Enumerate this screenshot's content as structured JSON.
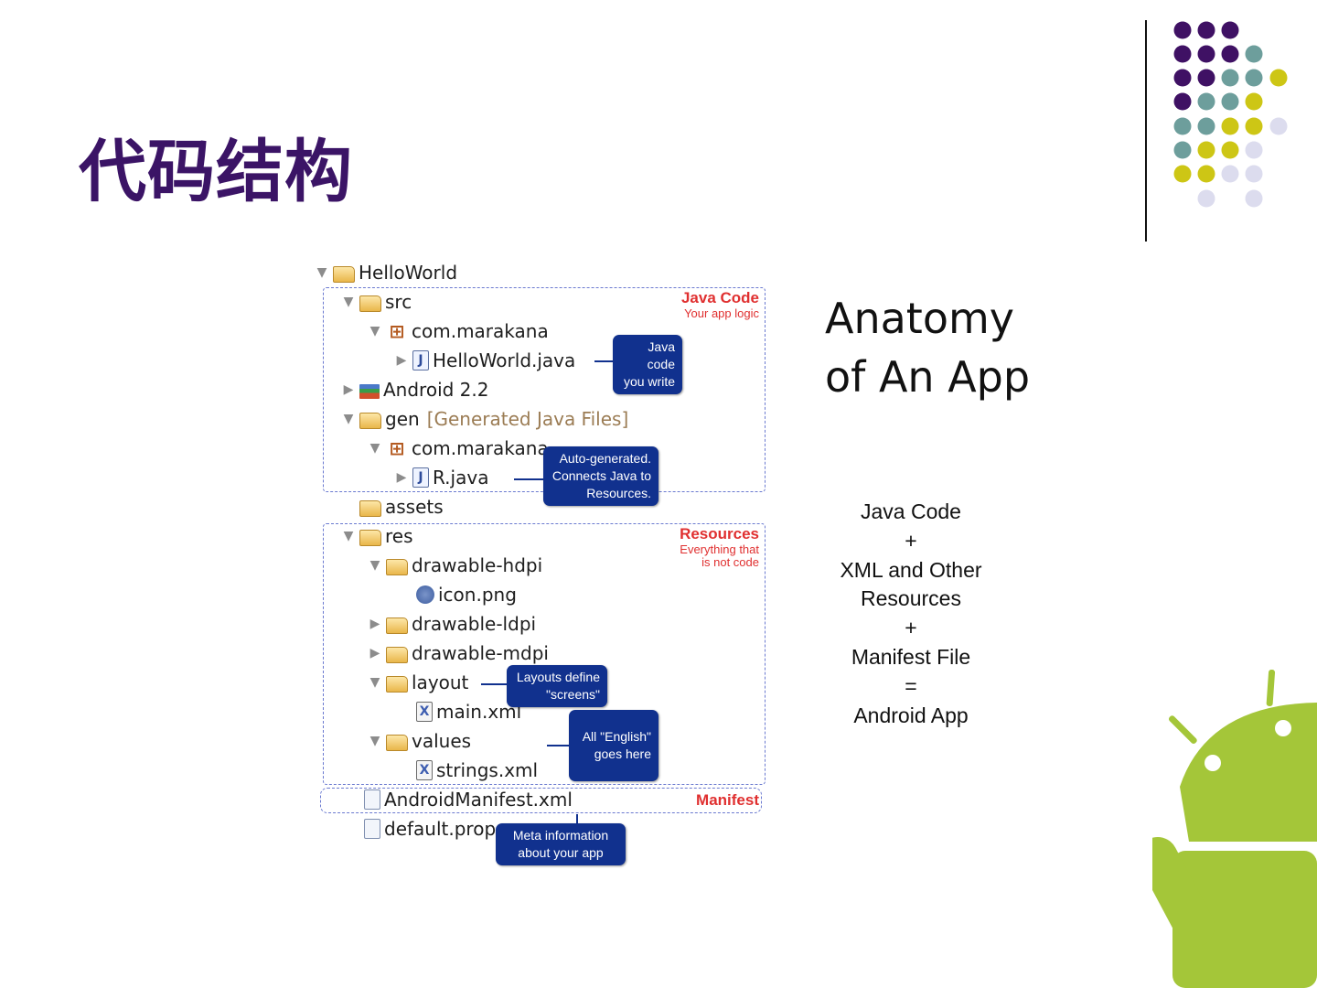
{
  "slide": {
    "title": "代码结构",
    "accent_color": "#3b1466",
    "dot_colors": [
      "#3f1164",
      "#6d9e9c",
      "#cdc615",
      "#dcdcee"
    ]
  },
  "tree": {
    "items": [
      {
        "label": "HelloWorld",
        "icon": "project-folder-icon"
      },
      {
        "label": "src",
        "icon": "source-folder-icon"
      },
      {
        "label": "com.marakana",
        "icon": "package-icon"
      },
      {
        "label": "HelloWorld.java",
        "icon": "java-file-icon"
      },
      {
        "label": "Android 2.2",
        "icon": "library-icon"
      },
      {
        "label": "gen",
        "extra": "[Generated Java Files]",
        "icon": "source-folder-icon"
      },
      {
        "label": "com.marakana",
        "icon": "package-icon"
      },
      {
        "label": "R.java",
        "icon": "java-file-icon"
      },
      {
        "label": "assets",
        "icon": "folder-icon"
      },
      {
        "label": "res",
        "icon": "folder-icon"
      },
      {
        "label": "drawable-hdpi",
        "icon": "folder-icon"
      },
      {
        "label": "icon.png",
        "icon": "image-file-icon"
      },
      {
        "label": "drawable-ldpi",
        "icon": "folder-icon"
      },
      {
        "label": "drawable-mdpi",
        "icon": "folder-icon"
      },
      {
        "label": "layout",
        "icon": "folder-icon"
      },
      {
        "label": "main.xml",
        "icon": "xml-file-icon"
      },
      {
        "label": "values",
        "icon": "folder-icon"
      },
      {
        "label": "strings.xml",
        "icon": "xml-file-icon"
      },
      {
        "label": "AndroidManifest.xml",
        "icon": "manifest-file-icon"
      },
      {
        "label": "default.prop",
        "icon": "text-file-icon"
      }
    ]
  },
  "sections": {
    "java": {
      "title": "Java Code",
      "subtitle": "Your app logic"
    },
    "resources": {
      "title": "Resources",
      "subtitle_1": "Everything that",
      "subtitle_2": "is not code"
    },
    "manifest": {
      "title": "Manifest"
    }
  },
  "callouts": {
    "java_code": [
      "Java code",
      "you write"
    ],
    "auto_gen": [
      "Auto-generated.",
      "Connects Java to",
      "Resources."
    ],
    "layouts": [
      "Layouts define",
      "\"screens\""
    ],
    "english": [
      "All \"English\"",
      "goes here"
    ],
    "meta": [
      "Meta information",
      "about your app"
    ]
  },
  "anatomy": {
    "line1": "Anatomy",
    "line2": "of An App"
  },
  "formula": [
    "Java Code",
    "+",
    "XML and Other",
    "Resources",
    "+",
    "Manifest File",
    "=",
    "Android App"
  ]
}
